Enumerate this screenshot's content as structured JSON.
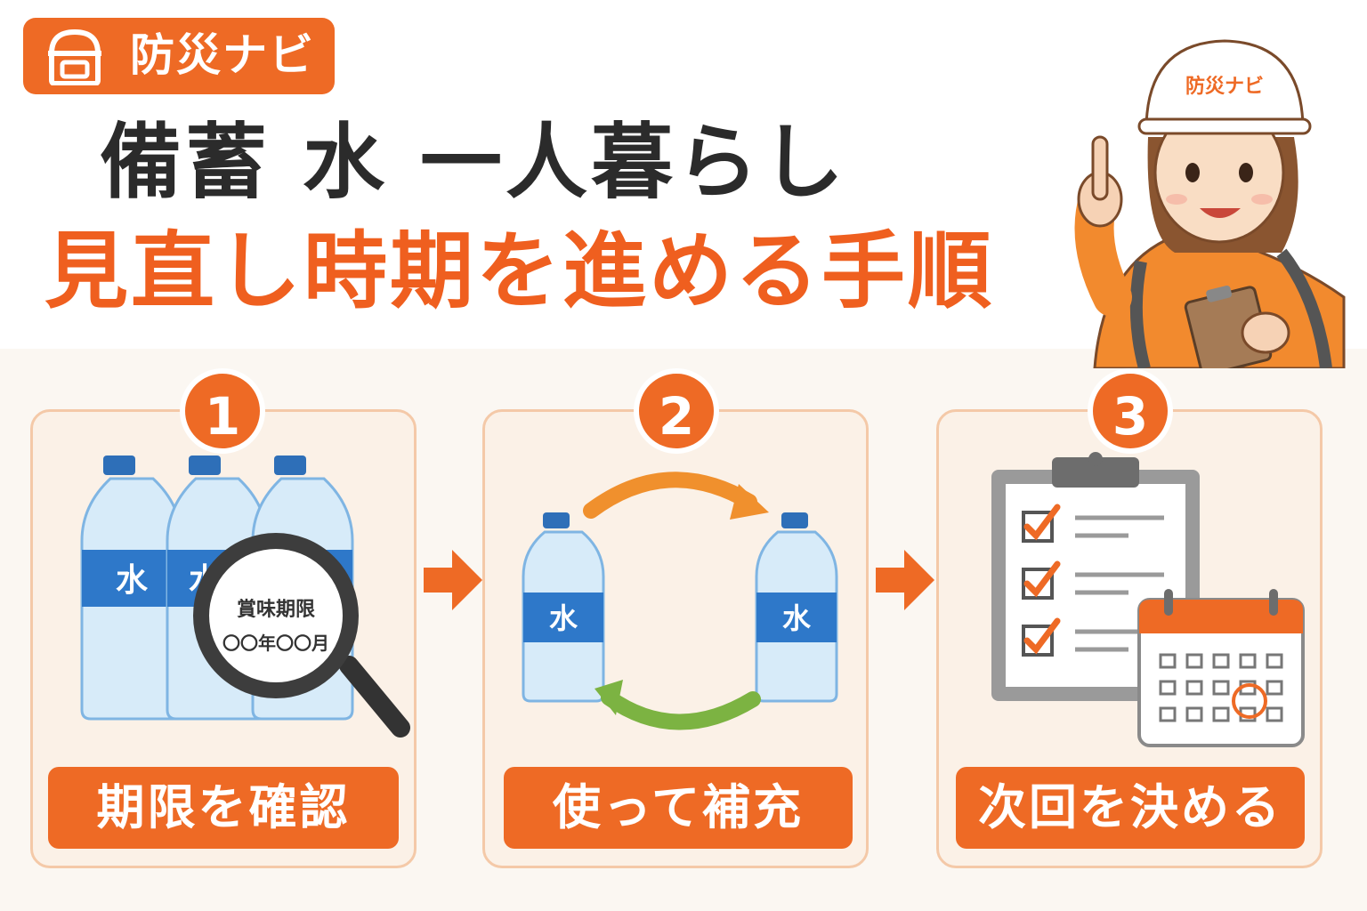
{
  "brand": {
    "logo_text": "防災ナビ",
    "helmet_text": "防災ナビ"
  },
  "title": {
    "line1": "備蓄 水 一人暮らし",
    "line2": "見直し時期を進める手順"
  },
  "steps": [
    {
      "number": "1",
      "label": "期限を確認"
    },
    {
      "number": "2",
      "label": "使って補充"
    },
    {
      "number": "3",
      "label": "次回を決める"
    }
  ],
  "bottle_label": "水",
  "magnifier": {
    "line1": "賞味期限",
    "line2": "〇〇年〇〇月"
  },
  "colors": {
    "accent": "#ee6a25",
    "title_dark": "#2b2b2b",
    "title_orange": "#ef5f1f",
    "cycle_green": "#7cb342",
    "check_orange": "#ee6a25"
  }
}
